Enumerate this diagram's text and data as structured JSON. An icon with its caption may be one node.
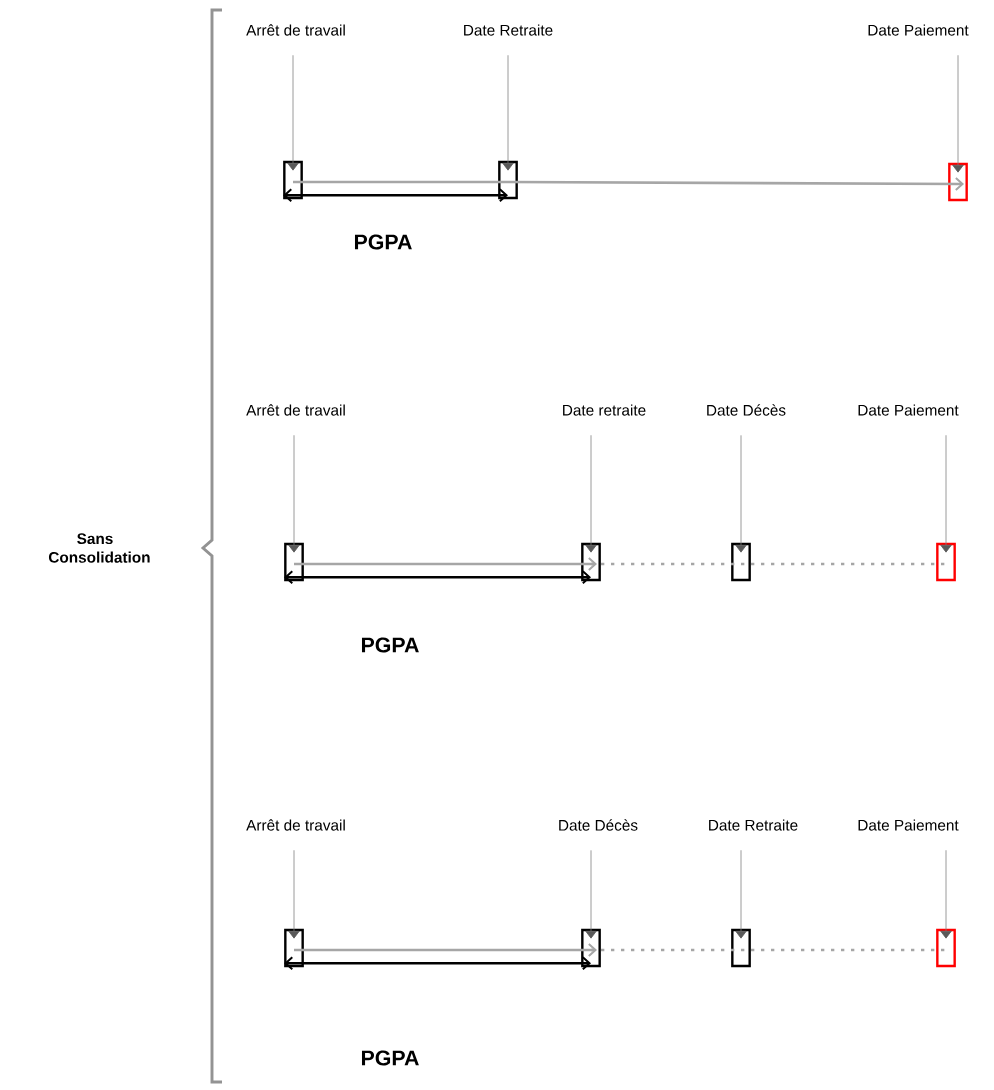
{
  "diagram": {
    "nodes": [
      {
        "text": [
          "Arrêt de travail"
        ]
      },
      {
        "text": [
          "Date Retraite"
        ]
      },
      {
        "text": [
          "Date Paiement"
        ]
      },
      {
        "text": [],
        "shape": "box"
      },
      {
        "text": [],
        "shape": "box"
      },
      {
        "text": [],
        "shape": "box"
      },
      {
        "text": [
          "Arrêt de travail"
        ]
      },
      {
        "text": [
          "Date retraite"
        ]
      },
      {
        "text": [
          "Date Décès"
        ]
      },
      {
        "text": [
          "Date Paiement"
        ]
      },
      {
        "text": [],
        "shape": "box"
      },
      {
        "text": [],
        "shape": "box"
      },
      {
        "text": [],
        "shape": "box"
      },
      {
        "text": [],
        "shape": "box"
      },
      {
        "text": [
          "Arrêt de travail"
        ]
      },
      {
        "text": [
          "Date Décès"
        ]
      },
      {
        "text": [
          "Date Retraite"
        ]
      },
      {
        "text": [
          "Date Paiement"
        ]
      },
      {
        "text": [],
        "shape": "box"
      },
      {
        "text": [],
        "shape": "box"
      },
      {
        "text": [],
        "shape": "box"
      },
      {
        "text": [],
        "shape": "box"
      }
    ],
    "edges": [
      {
        "from": 0,
        "to": 3,
        "arrow": "to"
      },
      {
        "from": 1,
        "to": 4,
        "arrow": "to"
      },
      {
        "from": 2,
        "to": 5,
        "arrow": "to"
      },
      {
        "from": 3,
        "to": 4,
        "arrow": "none",
        "style": "thick",
        "color": "#a6a6a6"
      },
      {
        "from": 4,
        "to": 5,
        "arrow": "to",
        "style": "thick",
        "color": "#a6a6a6"
      },
      {
        "from": 3,
        "to": 4,
        "arrow": "both",
        "style": "thick",
        "color": "#000000",
        "label": "PGPA"
      },
      {
        "from": 6,
        "to": 10,
        "arrow": "to"
      },
      {
        "from": 7,
        "to": 11,
        "arrow": "to"
      },
      {
        "from": 8,
        "to": 12,
        "arrow": "to"
      },
      {
        "from": 9,
        "to": 13,
        "arrow": "to"
      },
      {
        "from": 10,
        "to": 11,
        "arrow": "to",
        "style": "thick",
        "color": "#a6a6a6"
      },
      {
        "from": 11,
        "to": 12,
        "arrow": "none",
        "style": "dashed",
        "color": "#a6a6a6"
      },
      {
        "from": 12,
        "to": 13,
        "arrow": "none",
        "style": "dashed",
        "color": "#a6a6a6"
      },
      {
        "from": 10,
        "to": 11,
        "arrow": "both",
        "style": "thick",
        "color": "#000000",
        "label": "PGPA"
      },
      {
        "from": 14,
        "to": 18,
        "arrow": "to"
      },
      {
        "from": 15,
        "to": 19,
        "arrow": "to"
      },
      {
        "from": 16,
        "to": 20,
        "arrow": "to"
      },
      {
        "from": 17,
        "to": 21,
        "arrow": "to"
      },
      {
        "from": 18,
        "to": 19,
        "arrow": "to",
        "style": "thick",
        "color": "#a6a6a6"
      },
      {
        "from": 19,
        "to": 20,
        "arrow": "none",
        "style": "dashed",
        "color": "#a6a6a6"
      },
      {
        "from": 20,
        "to": 21,
        "arrow": "none",
        "style": "dashed",
        "color": "#a6a6a6"
      },
      {
        "from": 18,
        "to": 19,
        "arrow": "both",
        "style": "thick",
        "color": "#000000",
        "label": "PGPA"
      }
    ],
    "labels": [
      "Sans Consolidation"
    ]
  }
}
